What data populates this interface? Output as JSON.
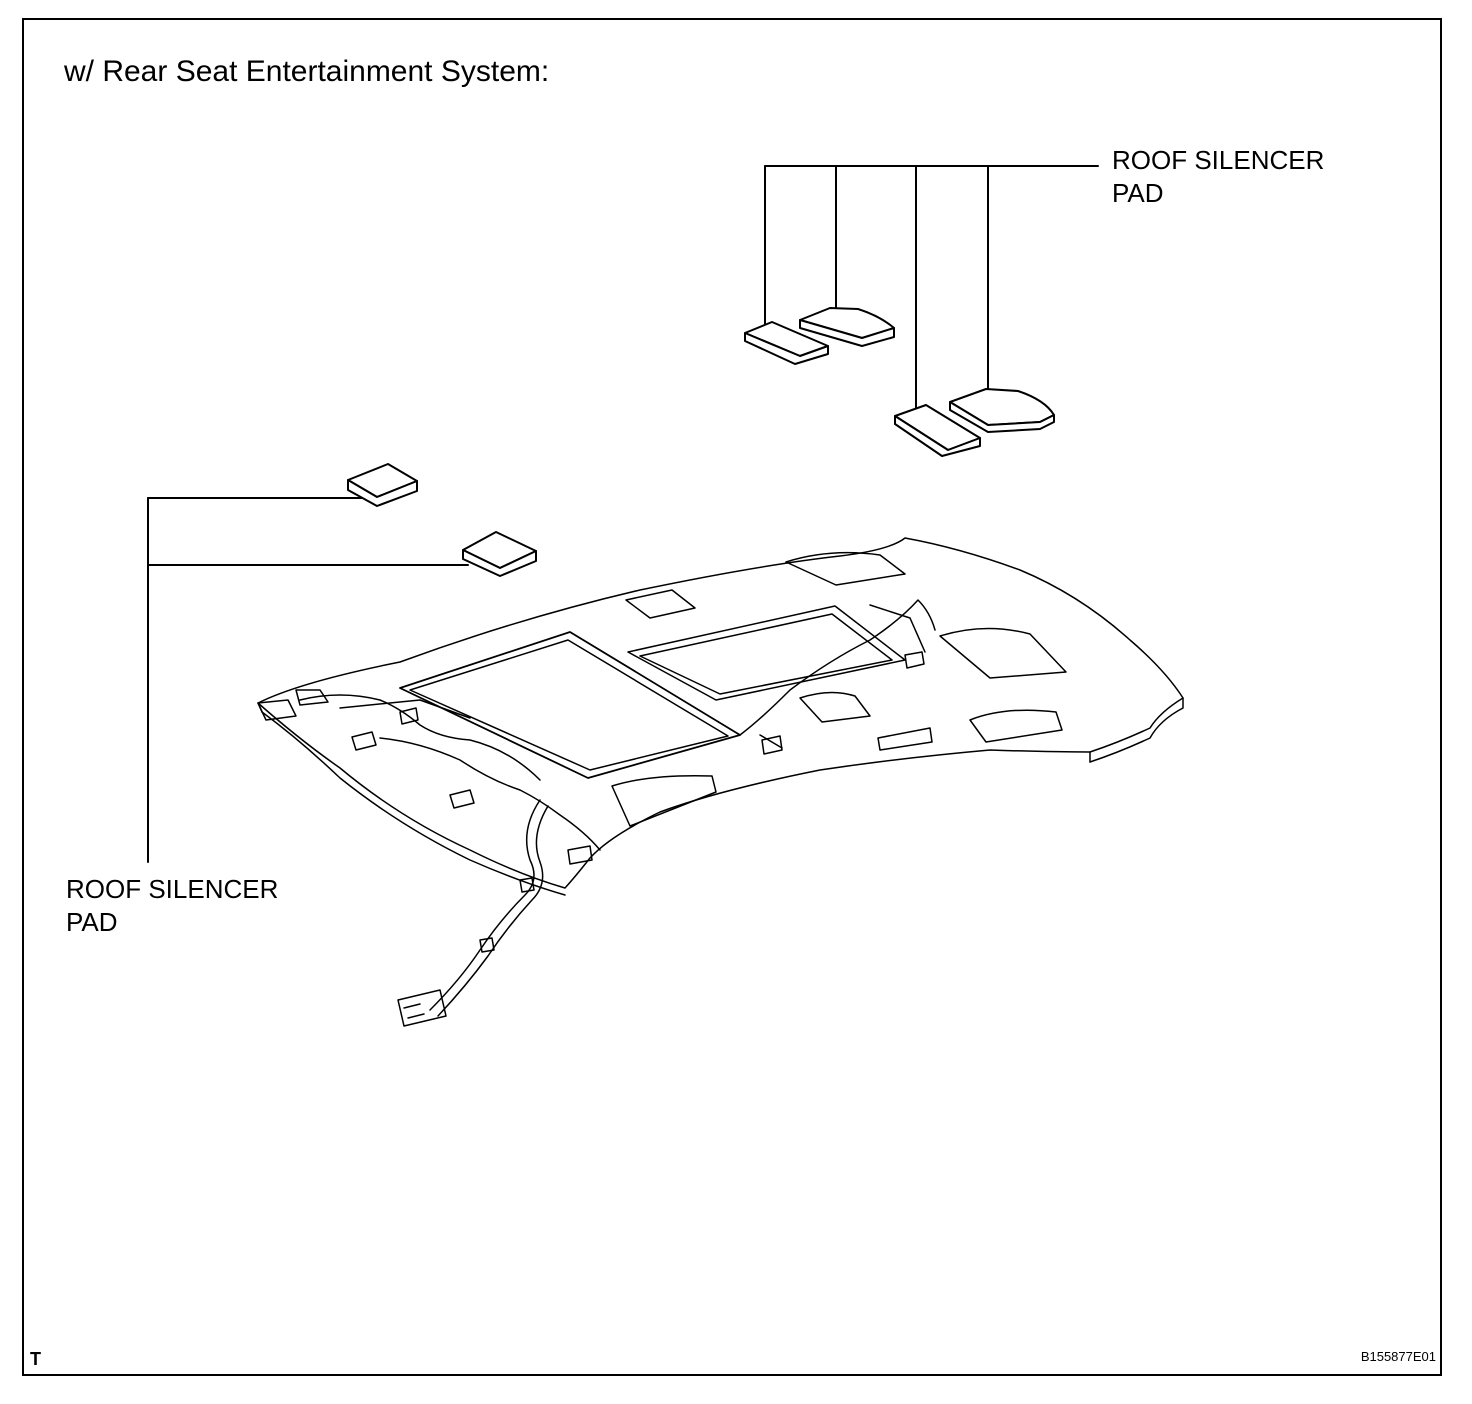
{
  "diagram": {
    "title": "w/ Rear Seat Entertainment System:",
    "callouts": {
      "upper_right": {
        "line1": "ROOF SILENCER",
        "line2": "PAD"
      },
      "lower_left": {
        "line1": "ROOF SILENCER",
        "line2": "PAD"
      }
    },
    "corner_mark": "T",
    "figure_id": "B155877E01"
  },
  "colors": {
    "ink": "#000000",
    "pad_fill": "#ffffff",
    "background": "#ffffff"
  }
}
